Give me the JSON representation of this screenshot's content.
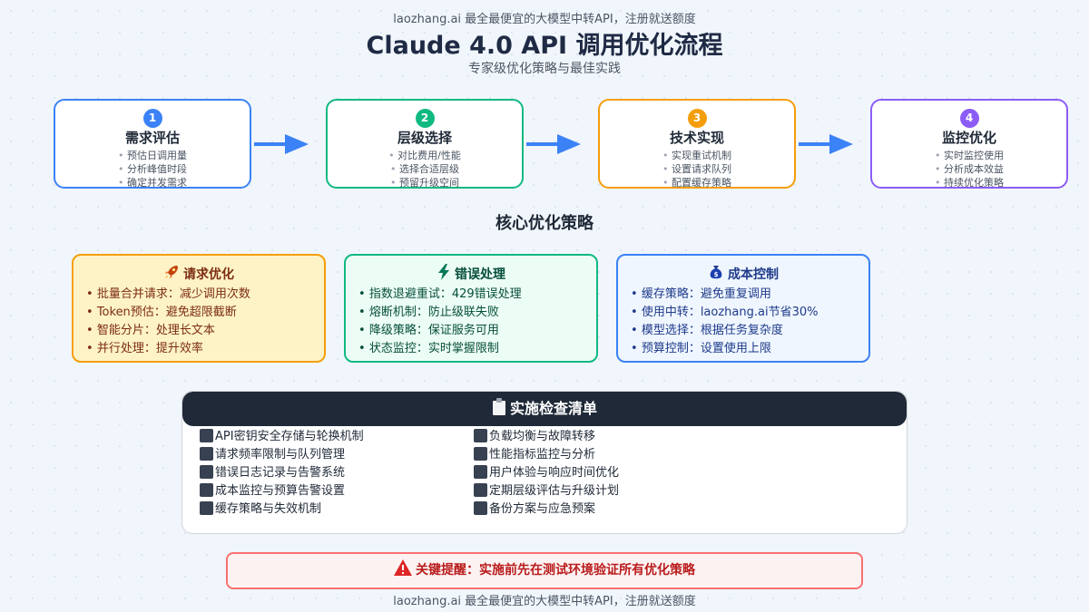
{
  "top_tag": "laozhang.ai 最全最便宜的大模型中转API，注册就送额度",
  "title": "Claude 4.0 API 调用优化流程",
  "subtitle": "专家级优化策略与最佳实践",
  "steps": [
    {
      "num": "1",
      "title": "需求评估",
      "items": [
        "预估日调用量",
        "分析峰值时段",
        "确定并发需求"
      ],
      "color": "#3b82f6"
    },
    {
      "num": "2",
      "title": "层级选择",
      "items": [
        "对比费用/性能",
        "选择合适层级",
        "预留升级空间"
      ],
      "color": "#10b981"
    },
    {
      "num": "3",
      "title": "技术实现",
      "items": [
        "实现重试机制",
        "设置请求队列",
        "配置缓存策略"
      ],
      "color": "#f59e0b"
    },
    {
      "num": "4",
      "title": "监控优化",
      "items": [
        "实时监控使用",
        "分析成本效益",
        "持续优化策略"
      ],
      "color": "#8b5cf6"
    }
  ],
  "core_title": "核心优化策略",
  "strategies": [
    {
      "icon": "rocket-icon",
      "title": "请求优化",
      "items": [
        "批量合并请求：减少调用次数",
        "Token预估：避免超限截断",
        "智能分片：处理长文本",
        "并行处理：提升效率"
      ],
      "border": "#f59e0b",
      "bg": "#fef3c7",
      "text": "#7c2d12"
    },
    {
      "icon": "lightning-icon",
      "title": "错误处理",
      "items": [
        "指数退避重试：429错误处理",
        "熔断机制：防止级联失败",
        "降级策略：保证服务可用",
        "状态监控：实时掌握限制"
      ],
      "border": "#10b981",
      "bg": "#ecfdf5",
      "text": "#064e3b"
    },
    {
      "icon": "money-bag-icon",
      "title": "成本控制",
      "items": [
        "缓存策略：避免重复调用",
        "使用中转：laozhang.ai节省30%",
        "模型选择：根据任务复杂度",
        "预算控制：设置使用上限"
      ],
      "border": "#3b82f6",
      "bg": "#eff6ff",
      "text": "#1e3a8a"
    }
  ],
  "checklist": {
    "title": "实施检查清单",
    "icon": "clipboard-icon",
    "left": [
      "API密钥安全存储与轮换机制",
      "请求频率限制与队列管理",
      "错误日志记录与告警系统",
      "成本监控与预算告警设置",
      "缓存策略与失效机制"
    ],
    "right": [
      "负载均衡与故障转移",
      "性能指标监控与分析",
      "用户体验与响应时间优化",
      "定期层级评估与升级计划",
      "备份方案与应急预案"
    ]
  },
  "warning": {
    "icon": "warning-icon",
    "text": "关键提醒：实施前先在测试环境验证所有优化策略"
  },
  "bottom_tag": "laozhang.ai 最全最便宜的大模型中转API，注册就送额度"
}
